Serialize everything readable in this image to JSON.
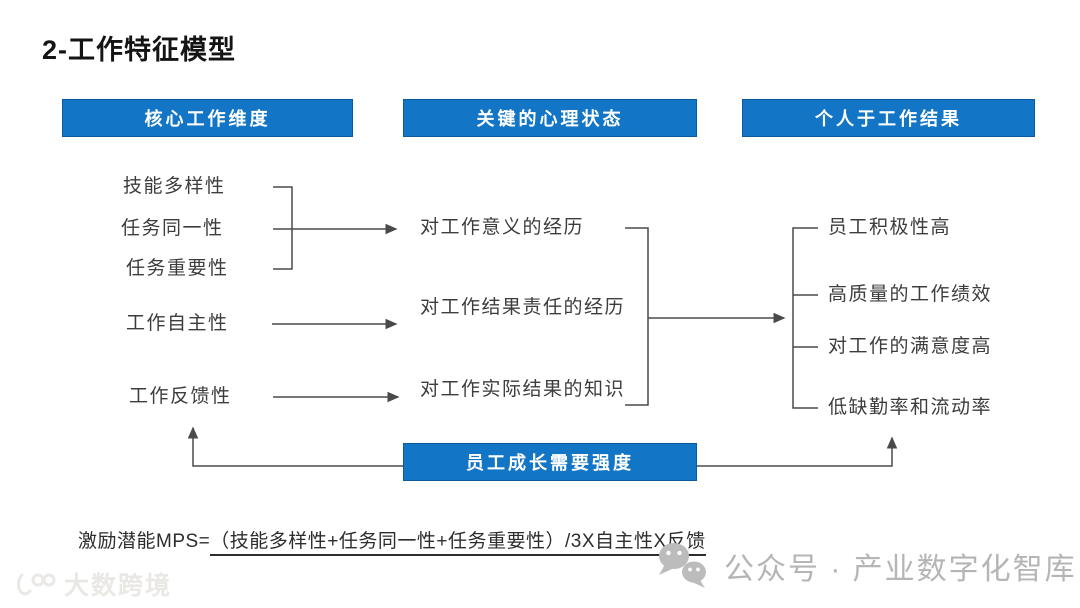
{
  "page": {
    "title": "2-工作特征模型"
  },
  "headers": {
    "core_dimensions": "核心工作维度",
    "psych_states": "关键的心理状态",
    "outcomes": "个人于工作结果"
  },
  "core_dimensions": {
    "items": [
      "技能多样性",
      "任务同一性",
      "任务重要性",
      "工作自主性",
      "工作反馈性"
    ]
  },
  "psych_states": {
    "items": [
      "对工作意义的经历",
      "对工作结果责任的经历",
      "对工作实际结果的知识"
    ]
  },
  "outcomes": {
    "items": [
      "员工积极性高",
      "高质量的工作绩效",
      "对工作的满意度高",
      "低缺勤率和流动率"
    ]
  },
  "moderator": {
    "label": "员工成长需要强度"
  },
  "formula": {
    "prefix": "激励潜能MPS=",
    "underlined": "（技能多样性+任务同一性+任务重要性）/3X自主性X反馈"
  },
  "watermarks": {
    "wechat_text": "公众号 · 产业数字化智库",
    "corner_logo": "大数跨境"
  },
  "colors": {
    "header_bg": "#1375c5",
    "header_border": "#0b5aa0",
    "line": "#4a4a4a",
    "node_text": "#3d3d3d",
    "watermark_gray": "#b5b5b5",
    "corner_watermark": "#eae8e4"
  }
}
